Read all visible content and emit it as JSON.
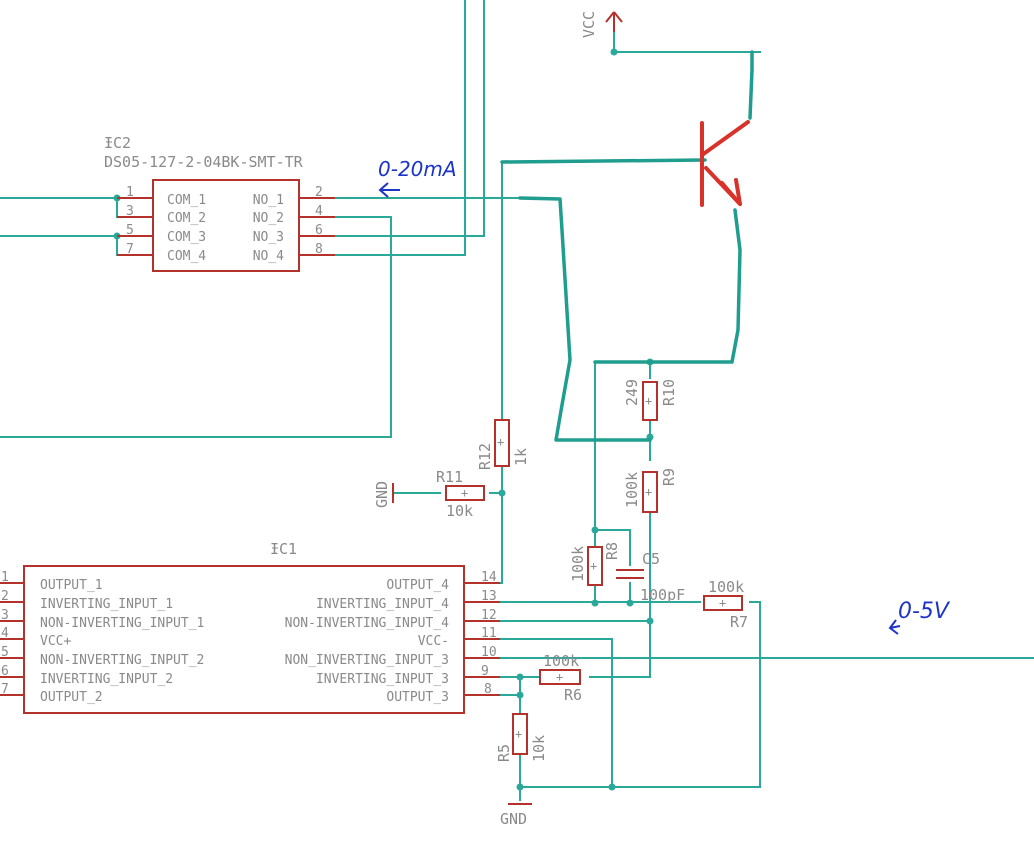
{
  "ic2": {
    "ref": "IC2",
    "part": "DS05-127-2-04BK-SMT-TR",
    "left_pins": [
      {
        "num": "1",
        "name": "COM_1"
      },
      {
        "num": "3",
        "name": "COM_2"
      },
      {
        "num": "5",
        "name": "COM_3"
      },
      {
        "num": "7",
        "name": "COM_4"
      }
    ],
    "right_pins": [
      {
        "num": "2",
        "name": "NO_1"
      },
      {
        "num": "4",
        "name": "NO_2"
      },
      {
        "num": "6",
        "name": "NO_3"
      },
      {
        "num": "8",
        "name": "NO_4"
      }
    ]
  },
  "ic1": {
    "ref": "IC1",
    "left_pins": [
      {
        "num": "1",
        "name": "OUTPUT_1"
      },
      {
        "num": "2",
        "name": "INVERTING_INPUT_1"
      },
      {
        "num": "3",
        "name": "NON-INVERTING_INPUT_1"
      },
      {
        "num": "4",
        "name": "VCC+"
      },
      {
        "num": "5",
        "name": "NON-INVERTING_INPUT_2"
      },
      {
        "num": "6",
        "name": "INVERTING_INPUT_2"
      },
      {
        "num": "7",
        "name": "OUTPUT_2"
      }
    ],
    "right_pins": [
      {
        "num": "14",
        "name": "OUTPUT_4"
      },
      {
        "num": "13",
        "name": "INVERTING_INPUT_4"
      },
      {
        "num": "12",
        "name": "NON-INVERTING_INPUT_4"
      },
      {
        "num": "11",
        "name": "VCC-"
      },
      {
        "num": "10",
        "name": "NON_INVERTING_INPUT_3"
      },
      {
        "num": "9",
        "name": "INVERTING_INPUT_3"
      },
      {
        "num": "8",
        "name": "OUTPUT_3"
      }
    ]
  },
  "parts": {
    "r5": {
      "ref": "R5",
      "value": "10k"
    },
    "r6": {
      "ref": "R6",
      "value": "100k"
    },
    "r7": {
      "ref": "R7",
      "value": "100k"
    },
    "r8": {
      "ref": "R8",
      "value": "100k"
    },
    "r9": {
      "ref": "R9",
      "value": "100k"
    },
    "r10": {
      "ref": "R10",
      "value": "249"
    },
    "r11": {
      "ref": "R11",
      "value": "10k"
    },
    "r12": {
      "ref": "R12",
      "value": "1k"
    },
    "c5": {
      "ref": "C5",
      "value": "100pF"
    }
  },
  "power": {
    "vcc": "VCC",
    "gnd_top": "GND",
    "gnd_bottom": "GND"
  },
  "annotations": {
    "current_range": "0-20mA",
    "voltage_range": "0-5V"
  },
  "colors": {
    "wire": "#2aa89a",
    "component": "#b5312c",
    "text": "#8a8a8a",
    "handwriting_blue": "#1c35c7",
    "handwriting_red": "#d9322b"
  }
}
